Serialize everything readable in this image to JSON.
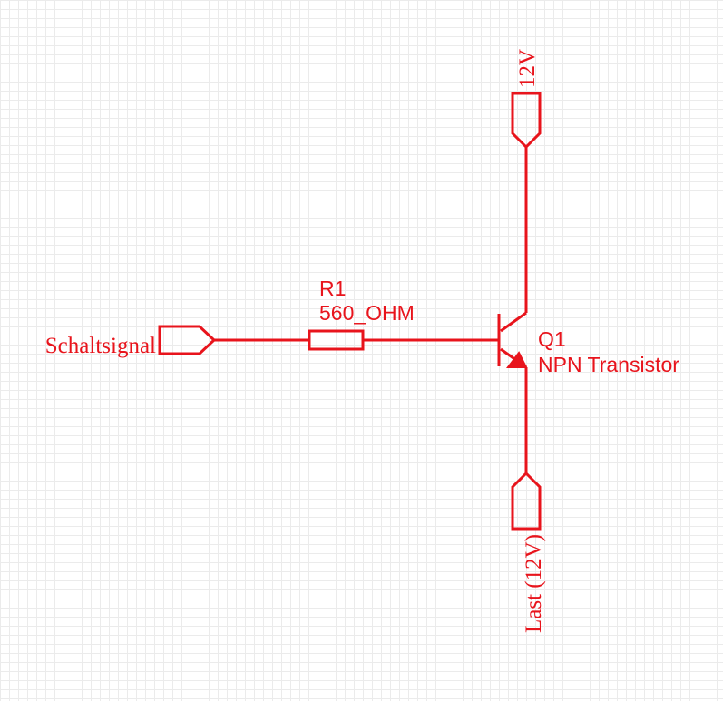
{
  "accent_color": "#e8141c",
  "ports": {
    "input": "Schaltsignal",
    "supply": "12V",
    "load": "Last (12V)"
  },
  "resistor": {
    "designator": "R1",
    "value": "560_OHM"
  },
  "transistor": {
    "designator": "Q1",
    "type": "NPN Transistor"
  }
}
